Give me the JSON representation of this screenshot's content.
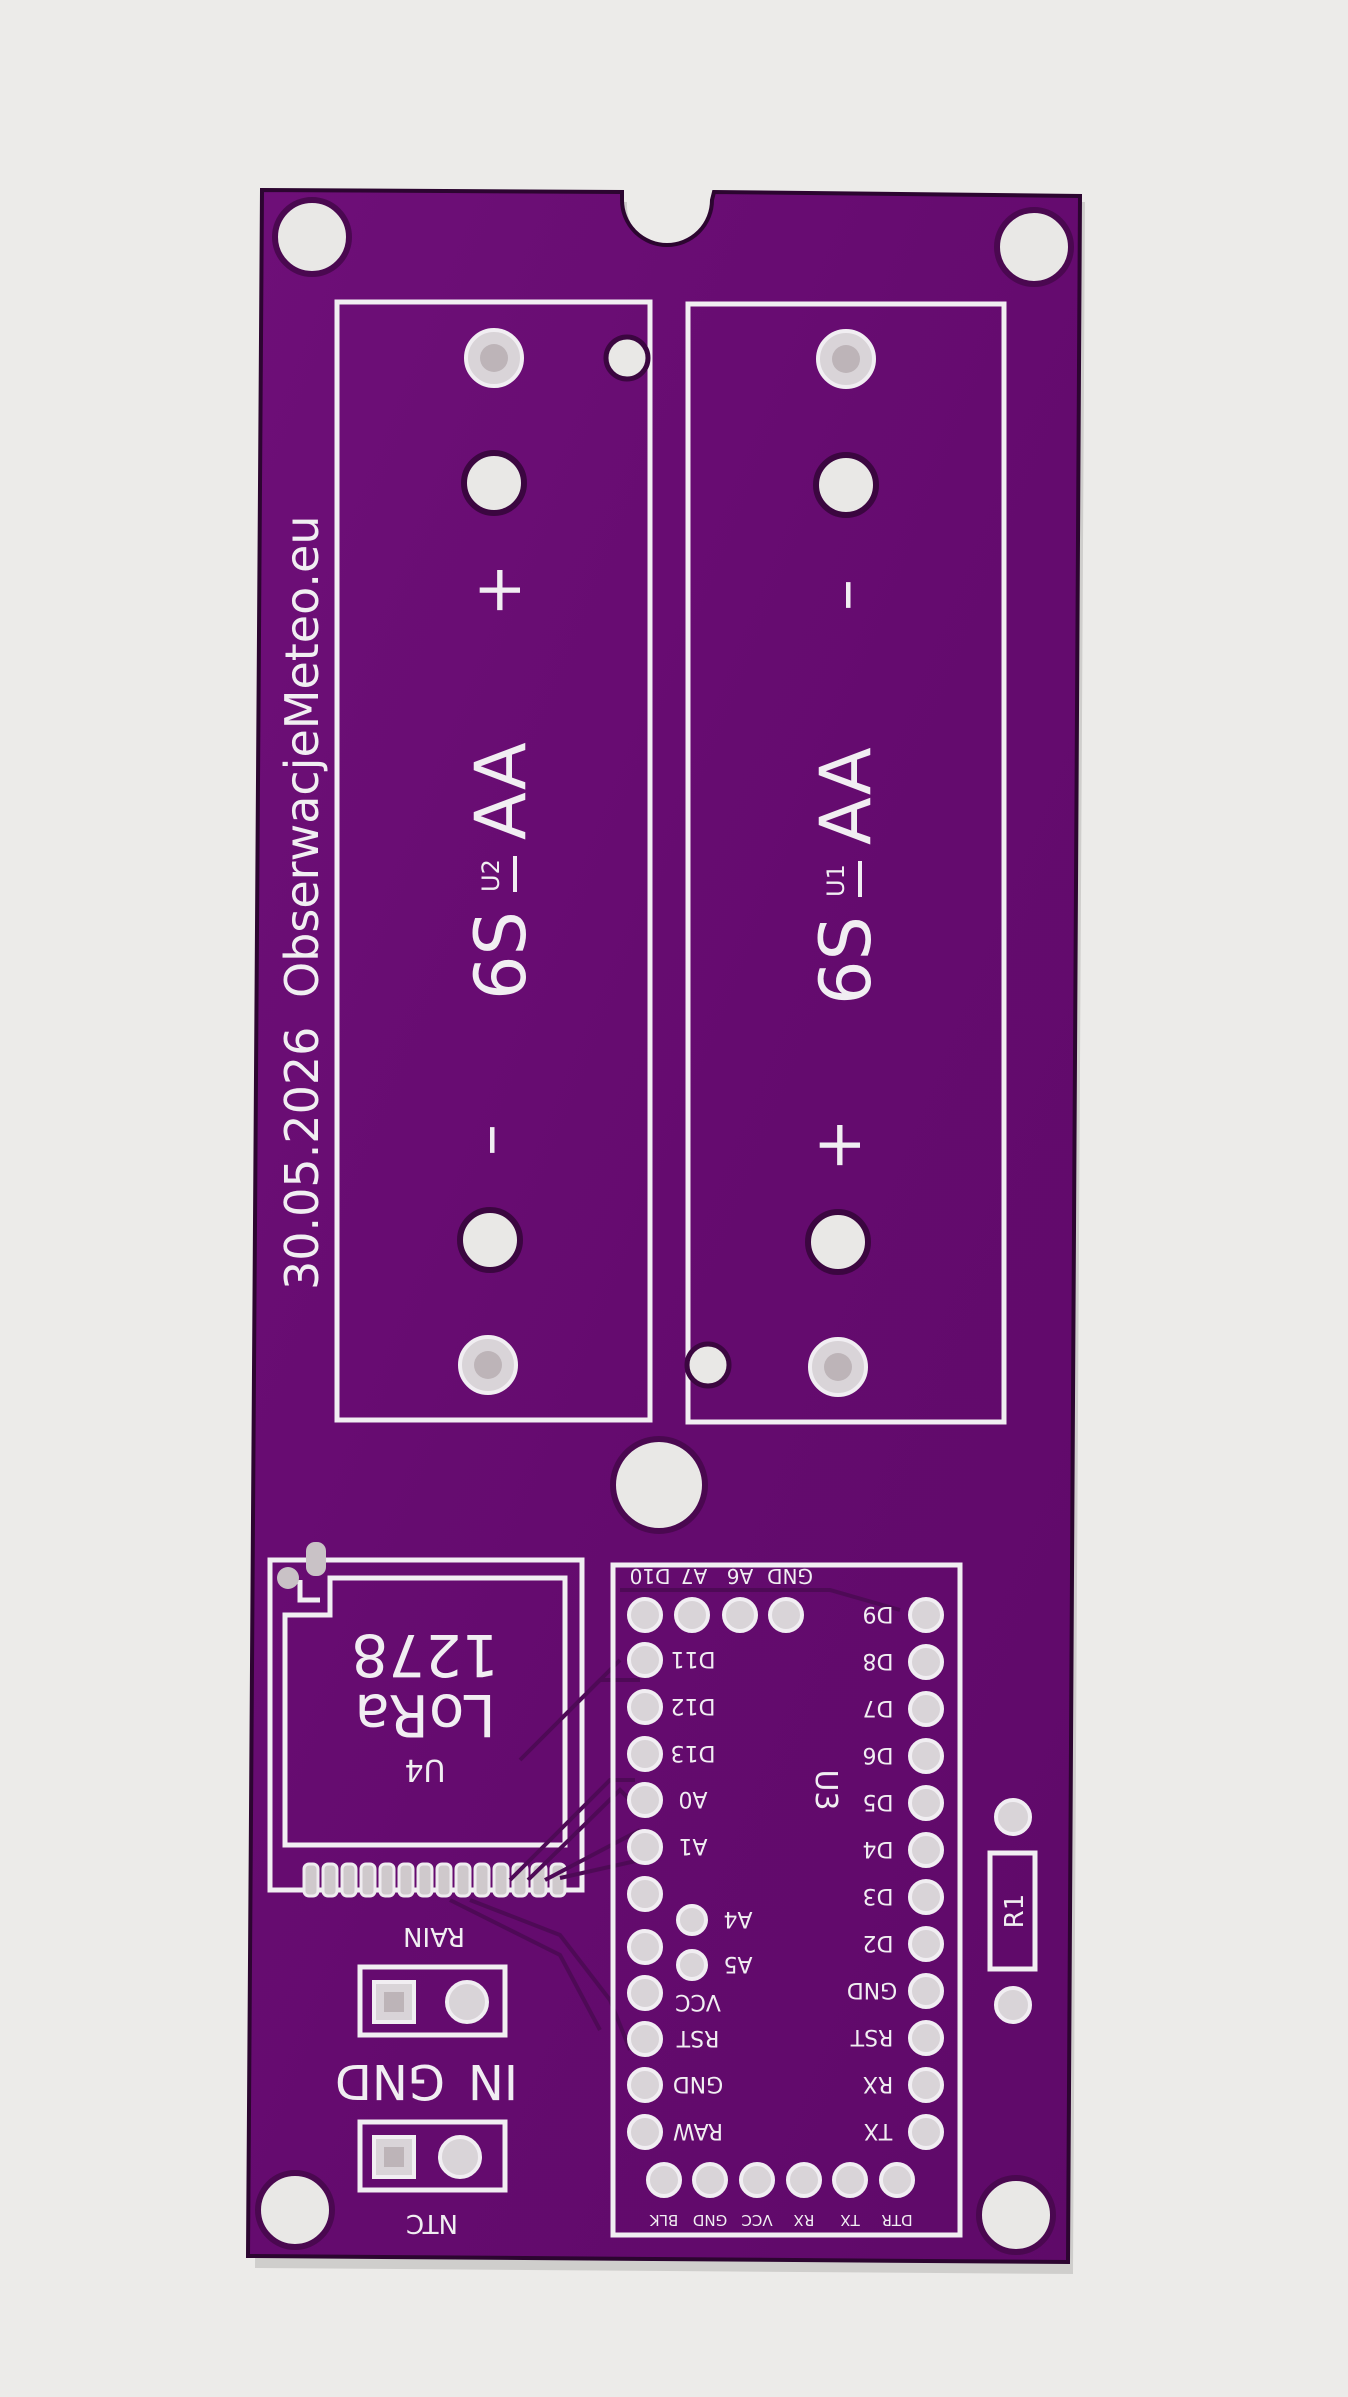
{
  "pcb": {
    "brand": "ObserwacjeMeteo.eu",
    "date": "30.05.2026",
    "batteries": [
      {
        "ref": "U2",
        "label": "6S",
        "type": "AA",
        "top_sign": "+",
        "bottom_sign": "–"
      },
      {
        "ref": "U1",
        "label": "6S",
        "type": "AA",
        "top_sign": "–",
        "bottom_sign": "+"
      }
    ],
    "lora": {
      "ref": "U4",
      "line1": "LoRa",
      "line2": "1278"
    },
    "mcu": {
      "ref": "U3",
      "top_labels": [
        "D10",
        "A7",
        "A6",
        "GND"
      ],
      "left_labels": [
        "D11",
        "D12",
        "D13",
        "A0",
        "A1",
        "A4",
        "A5",
        "VCC",
        "RST",
        "GND",
        "RAW"
      ],
      "right_labels": [
        "D9",
        "D8",
        "D7",
        "D6",
        "D5",
        "D4",
        "D3",
        "D2",
        "GND",
        "RST",
        "RX",
        "TX"
      ],
      "bottom_labels": [
        "BLK",
        "GND",
        "VCC",
        "RX",
        "TX",
        "DTR"
      ]
    },
    "resistor": {
      "ref": "R1"
    },
    "rain": {
      "label": "RAIN"
    },
    "ntc": {
      "label": "NTC"
    },
    "connector_labels": {
      "in": "IN",
      "gnd": "GND"
    }
  },
  "colors": {
    "board": "#6a0d74",
    "silkscreen": "#f1eef2",
    "background": "#ecebe9"
  }
}
